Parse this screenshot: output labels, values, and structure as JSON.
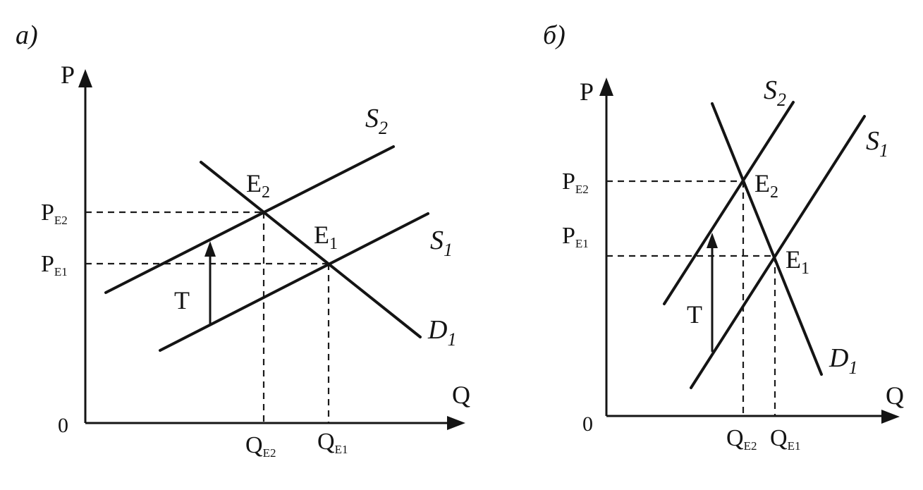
{
  "panel_a": {
    "panel_label": "а)",
    "axis": {
      "y": "P",
      "x": "Q",
      "origin": "0"
    },
    "curves": {
      "s2": {
        "base": "S",
        "sub": "2"
      },
      "s1": {
        "base": "S",
        "sub": "1"
      },
      "d1": {
        "base": "D",
        "sub": "1"
      }
    },
    "points": {
      "e2": {
        "base": "E",
        "sub": "2"
      },
      "e1": {
        "base": "E",
        "sub": "1"
      }
    },
    "ticks": {
      "pe2": {
        "base": "P",
        "sub": "E2"
      },
      "pe1": {
        "base": "P",
        "sub": "E1"
      },
      "qe2": {
        "base": "Q",
        "sub": "E2"
      },
      "qe1": {
        "base": "Q",
        "sub": "E1"
      }
    },
    "tax_label": "T"
  },
  "panel_b": {
    "panel_label": "б)",
    "axis": {
      "y": "P",
      "x": "Q",
      "origin": "0"
    },
    "curves": {
      "s2": {
        "base": "S",
        "sub": "2"
      },
      "s1": {
        "base": "S",
        "sub": "1"
      },
      "d1": {
        "base": "D",
        "sub": "1"
      }
    },
    "points": {
      "e2": {
        "base": "E",
        "sub": "2"
      },
      "e1": {
        "base": "E",
        "sub": "1"
      }
    },
    "ticks": {
      "pe2": {
        "base": "P",
        "sub": "E2"
      },
      "pe1": {
        "base": "P",
        "sub": "E1"
      },
      "qe2": {
        "base": "Q",
        "sub": "E2"
      },
      "qe1": {
        "base": "Q",
        "sub": "E1"
      }
    },
    "tax_label": "T"
  },
  "colors": {
    "ink": "#141414",
    "background": "#ffffff"
  }
}
